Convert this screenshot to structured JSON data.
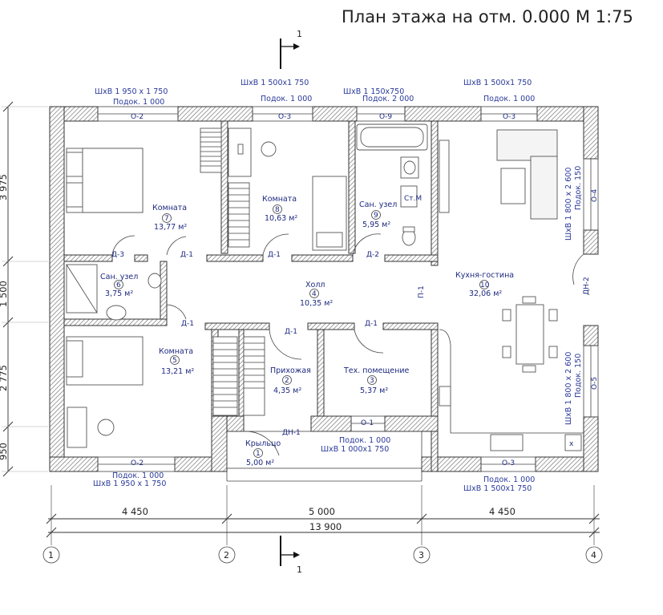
{
  "title": "План этажа на отм. 0.000 М 1:75",
  "section_mark": "1",
  "axes": [
    "1",
    "2",
    "3",
    "4"
  ],
  "dimensions": {
    "bottom": [
      "4 450",
      "5 000",
      "4 450"
    ],
    "total": "13 900",
    "left": [
      "3 975",
      "1 500",
      "2 775",
      "950"
    ]
  },
  "rooms": [
    {
      "name": "Комната",
      "num": "7",
      "area": "13,77 м²"
    },
    {
      "name": "Комната",
      "num": "8",
      "area": "10,63 м²"
    },
    {
      "name": "Сан. узел",
      "num": "9",
      "area": "5,95 м²"
    },
    {
      "name": "Сан. узел",
      "num": "6",
      "area": "3,75 м²"
    },
    {
      "name": "Холл",
      "num": "4",
      "area": "10,35 м²"
    },
    {
      "name": "Кухня-гостина",
      "num": "10",
      "area": "32,06 м²"
    },
    {
      "name": "Комната",
      "num": "5",
      "area": "13,21 м²"
    },
    {
      "name": "Прихожая",
      "num": "2",
      "area": "4,35 м²"
    },
    {
      "name": "Тех. помещение",
      "num": "3",
      "area": "5,37 м²"
    },
    {
      "name": "Крыльцо",
      "num": "1",
      "area": "5,00 м²"
    }
  ],
  "windows": {
    "w_top_1": "ШхВ 1 950 х 1 750",
    "w_top_1_sill": "Подок. 1 000",
    "w_top_2": "ШхВ 1 500х1 750",
    "w_top_2_sill": "Подок. 1 000",
    "w_top_3": "ШхВ 1 150х750",
    "w_top_3_sill": "Подок. 2 000",
    "w_top_4": "ШхВ 1 500х1 750",
    "w_top_4_sill": "Подок. 1 000",
    "w_bot_1_sill": "Подок. 1 000",
    "w_bot_1": "ШхВ 1 950 х 1 750",
    "w_bot_2_sill": "Подок. 1 000",
    "w_bot_2": "ШхВ 1 000х1 750",
    "w_bot_3_sill": "Подок. 1 000",
    "w_bot_3": "ШхВ 1 500х1 750",
    "w_right_1": "ШхВ 1 800 х 2 600",
    "w_right_1_sill": "Подок. 150",
    "w_right_2": "ШхВ 1 800 х 2 600",
    "w_right_2_sill": "Подок. 150"
  },
  "marks": {
    "o2_top": "О-2",
    "o3_top": "О-3",
    "o9": "О-9",
    "o3_top2": "О-3",
    "o4": "О-4",
    "o5": "О-5",
    "o2_bot": "О-2",
    "o1": "О-1",
    "o3_bot": "О-3",
    "d3": "Д-3",
    "d1_a": "Д-1",
    "d1_b": "Д-1",
    "d2": "Д-2",
    "d1_c": "Д-1",
    "d1_d": "Д-1",
    "d1_e": "Д-1",
    "dn1": "ДН-1",
    "dn2": "ДН-2",
    "p1": "П-1",
    "stm": "Ст.М"
  },
  "colors": {
    "wall_hatch": "#888888",
    "text_blue": "#1e2a80",
    "line": "#333333"
  }
}
